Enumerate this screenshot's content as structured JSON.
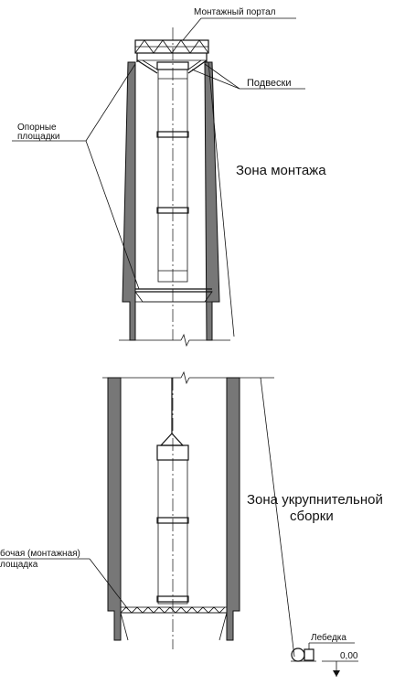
{
  "labels": {
    "mounting_portal": "Монтажный портал",
    "hangers": "Подвески",
    "support_platforms_line1": "Опорные",
    "support_platforms_line2": "площадки",
    "mounting_zone": "Зона монтажа",
    "preassembly_zone_line1": "Зона укрупнительной",
    "preassembly_zone_line2": "сборки",
    "work_platform_line1": "бочая (монтажная)",
    "work_platform_line2": "лощадка",
    "winch": "Лебедка",
    "zero_mark": "0,00"
  }
}
